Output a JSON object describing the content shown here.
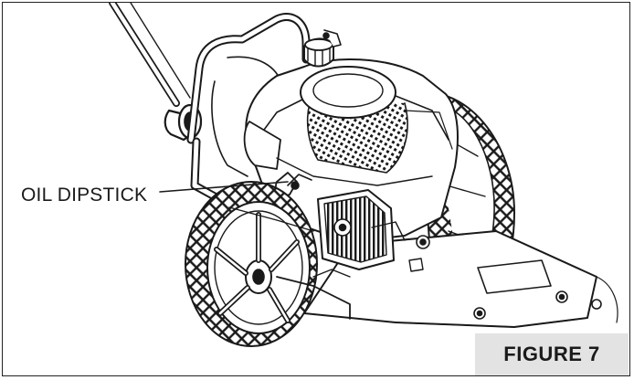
{
  "callout": {
    "label": "OIL DIPSTICK"
  },
  "figure": {
    "label": "FIGURE 7"
  },
  "colors": {
    "line": "#1a1a1a",
    "tag_background": "#e3e3e3",
    "page": "#ffffff"
  },
  "illustration": {
    "subject": "string-trimmer-mower-engine"
  }
}
